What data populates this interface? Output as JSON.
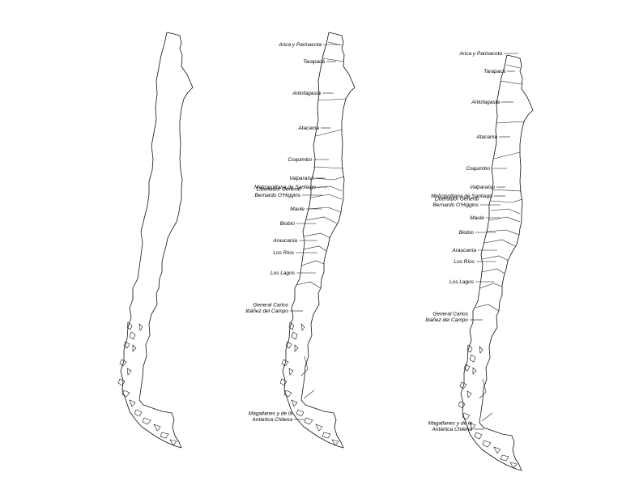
{
  "regions": [
    {
      "id": "arica",
      "lines": [
        "Arica y Parinacota"
      ]
    },
    {
      "id": "tarapaca",
      "lines": [
        "Tarapacá"
      ]
    },
    {
      "id": "antofagasta",
      "lines": [
        "Antofagasta"
      ]
    },
    {
      "id": "atacama",
      "lines": [
        "Atacama"
      ]
    },
    {
      "id": "coquimbo",
      "lines": [
        "Coquimbo"
      ]
    },
    {
      "id": "valparaiso",
      "lines": [
        "Valparaíso"
      ]
    },
    {
      "id": "metropolitana",
      "lines": [
        "Metropolitana de Santiago"
      ]
    },
    {
      "id": "ohiggins",
      "lines": [
        "Libertador General",
        "Bernardo O'Higgins"
      ]
    },
    {
      "id": "maule",
      "lines": [
        "Maule"
      ]
    },
    {
      "id": "biobio",
      "lines": [
        "Biobío"
      ]
    },
    {
      "id": "araucania",
      "lines": [
        "Araucanía"
      ]
    },
    {
      "id": "losrios",
      "lines": [
        "Los Ríos"
      ]
    },
    {
      "id": "loslagos",
      "lines": [
        "Los Lagos"
      ]
    },
    {
      "id": "aysen",
      "lines": [
        "General Carlos",
        "Ibáñez del Campo"
      ]
    },
    {
      "id": "magallanes",
      "lines": [
        "Magallanes y de la",
        "Antártica Chilena"
      ]
    }
  ],
  "colors": {
    "outline": "#111111",
    "label": "#000000",
    "background": "#ffffff"
  }
}
